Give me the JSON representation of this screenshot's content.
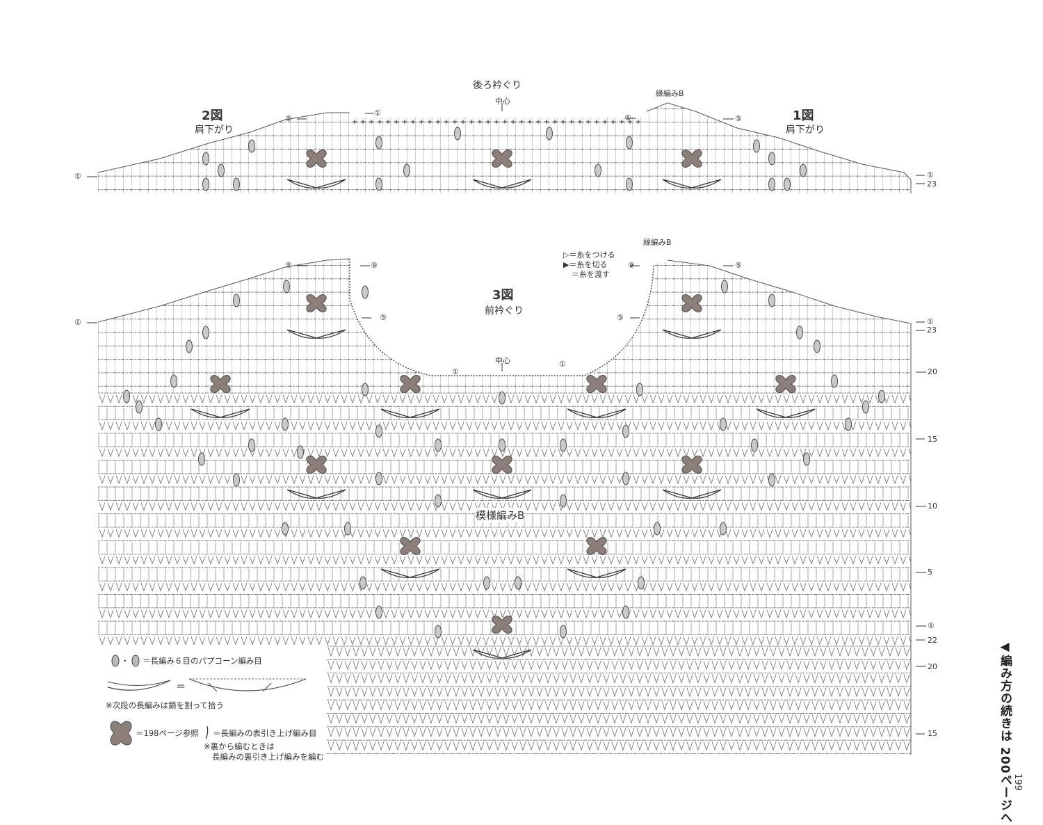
{
  "back_neckline": {
    "title": "後ろ衿ぐり",
    "center": "中心",
    "fig2_label": "2図",
    "fig2_caption": "肩下がり",
    "fig1_label": "1図",
    "fig1_caption": "肩下がり",
    "pattern_label": "縁編みB",
    "row_markers": [
      "①",
      "⑤",
      "①",
      "①",
      "⑤",
      "①",
      "23"
    ]
  },
  "front_neckline": {
    "fig3_label": "3図",
    "fig3_caption": "前衿ぐり",
    "center": "中心",
    "pattern_label": "縁編みB",
    "main_pattern": "模様編みB",
    "thread_legend": [
      "▷＝糸をつける",
      "▶＝糸を切る",
      "＝糸を渡す"
    ],
    "left_markers": [
      "⑤",
      "⑨",
      "①",
      "⑤",
      "①"
    ],
    "right_markers": [
      "①",
      "⑨",
      "⑤",
      "⑤",
      "①",
      "23",
      "20",
      "15",
      "10",
      "5",
      "①",
      "22",
      "20",
      "15"
    ]
  },
  "legend": {
    "popcorn": "＝長編み６目のパプコーン編み目",
    "popcorn_sep": "・",
    "equals": "＝",
    "split_chain": "※次段の長編みは鎖を割って拾う",
    "flower_ref": "＝198ページ参照",
    "front_post": "＝長編みの表引き上げ編み目",
    "back_note_1": "※裏から編むときは",
    "back_note_2": "長編みの裏引き上げ編みを編む"
  },
  "footer": {
    "continuation": "◀編み方の続きは 200ページへ",
    "page_number": "199"
  },
  "colors": {
    "ink": "#555555",
    "motif_fill": "#8c7f79",
    "motif_stroke": "#4a4a4a",
    "background": "#ffffff"
  }
}
